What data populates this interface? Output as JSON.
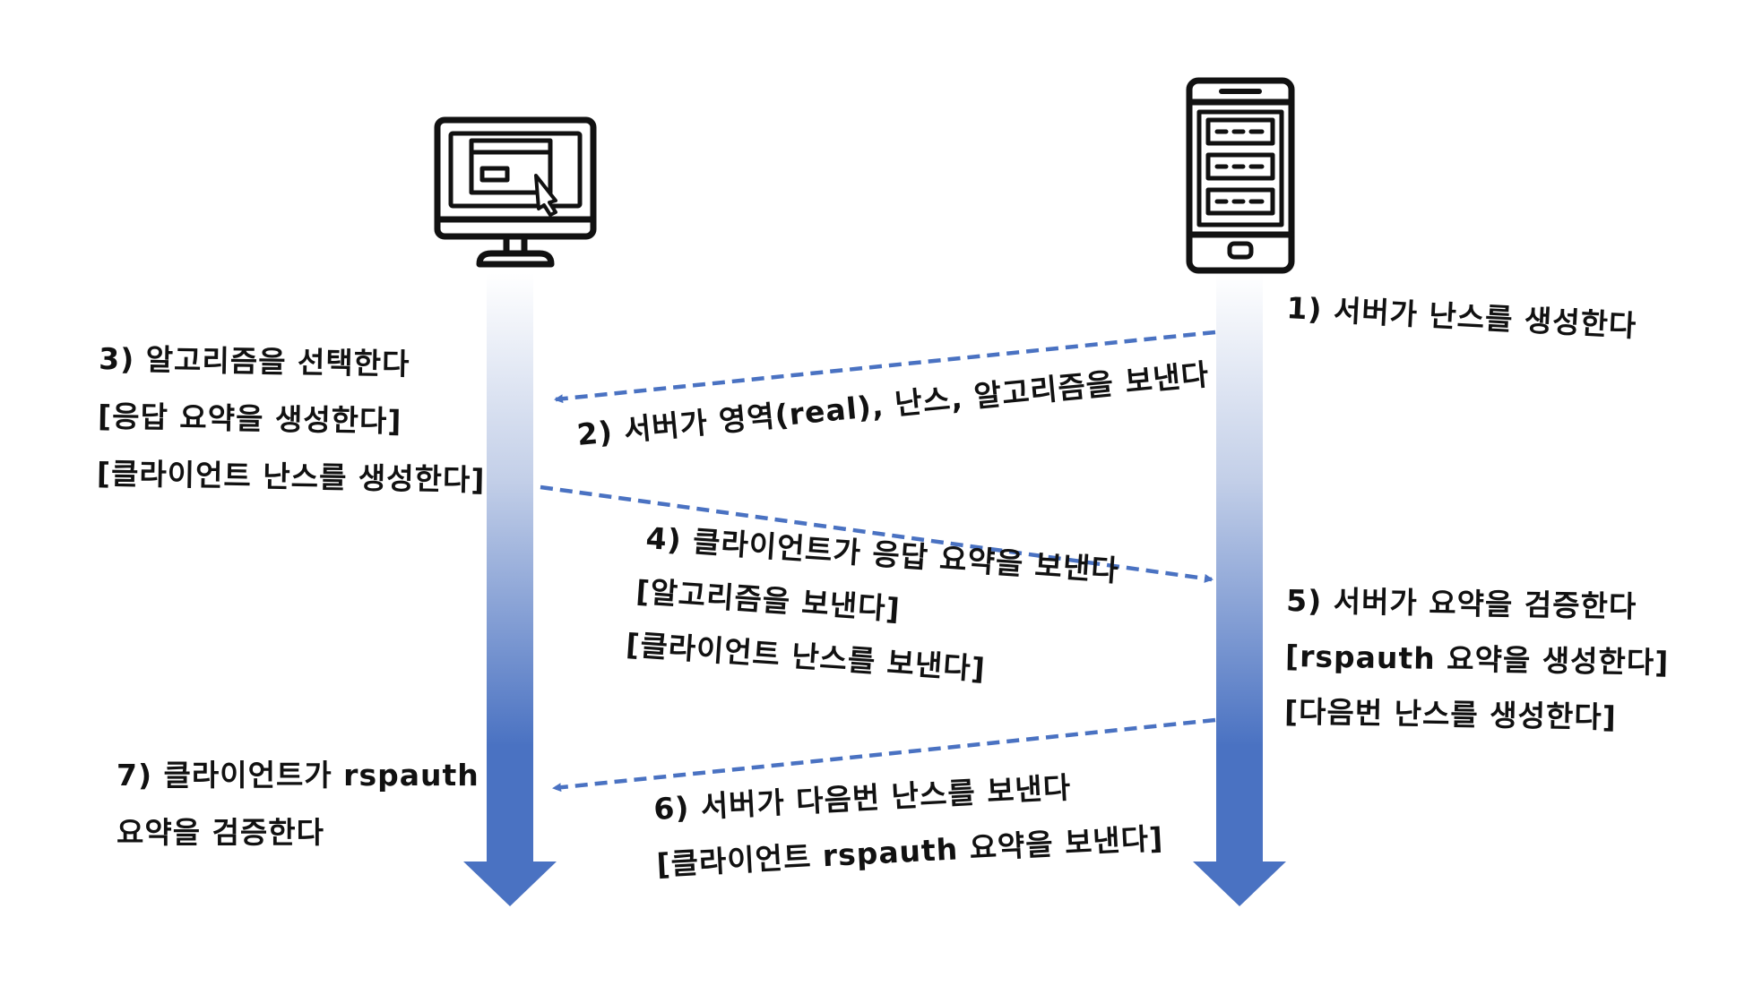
{
  "colors": {
    "arrow_dash": "#4a72c2",
    "lifeline_top": "#ffffff",
    "lifeline_bottom": "#4a72c2",
    "icon_stroke": "#111111",
    "text": "#111111"
  },
  "participants": {
    "client": {
      "icon": "desktop-computer-icon"
    },
    "server": {
      "icon": "server-mobile-icon"
    }
  },
  "steps": {
    "s1": {
      "lines": [
        "1) 서버가 난스를 생성한다"
      ]
    },
    "s2": {
      "lines": [
        "2) 서버가 영역(real), 난스, 알고리즘을 보낸다"
      ]
    },
    "s3": {
      "lines": [
        "3) 알고리즘을 선택한다",
        "[응답 요약을 생성한다]",
        "[클라이언트 난스를 생성한다]"
      ]
    },
    "s4": {
      "lines": [
        "4) 클라이언트가 응답 요약을 보낸다",
        "[알고리즘을 보낸다]",
        "[클라이언트 난스를 보낸다]"
      ]
    },
    "s5": {
      "lines": [
        "5) 서버가 요약을 검증한다",
        "[rspauth 요약을 생성한다]",
        "[다음번 난스를 생성한다]"
      ]
    },
    "s6": {
      "lines": [
        "6) 서버가 다음번 난스를 보낸다",
        "[클라이언트 rspauth 요약을 보낸다]"
      ]
    },
    "s7": {
      "lines": [
        "7) 클라이언트가 rspauth",
        "요약을 검증한다"
      ]
    }
  }
}
